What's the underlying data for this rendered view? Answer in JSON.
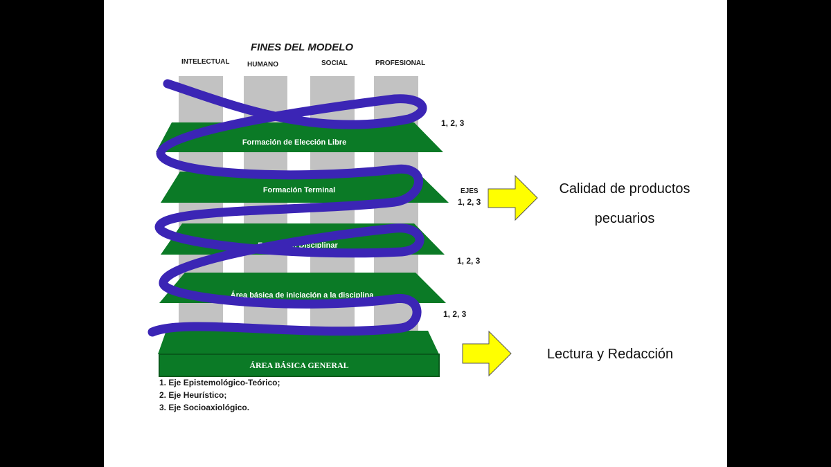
{
  "diagram": {
    "title": "FINES DEL MODELO",
    "fines": [
      "INTELECTUAL",
      "HUMANO",
      "SOCIAL",
      "PROFESIONAL"
    ],
    "levels": [
      "Formación de Elección Libre",
      "Formación Terminal",
      "Formación Disciplinar",
      "Área básica de iniciación a la disciplina"
    ],
    "base": "ÁREA BÁSICA GENERAL",
    "ejes_word": "EJES",
    "ejes_numbers": "1, 2, 3",
    "legend": [
      "1.  Eje Epistemológico-Teórico;",
      "2.  Eje Heurístico;",
      "3.  Eje Socioaxiológico."
    ]
  },
  "outputs": {
    "upper_line1": "Calidad de productos",
    "upper_line2": "pecuarios",
    "lower": "Lectura y Redacción"
  },
  "colors": {
    "green": "#0b7a26",
    "pillar": "#c2c2c2",
    "spiral": "#3b25b5",
    "arrow": "#ffff00"
  }
}
